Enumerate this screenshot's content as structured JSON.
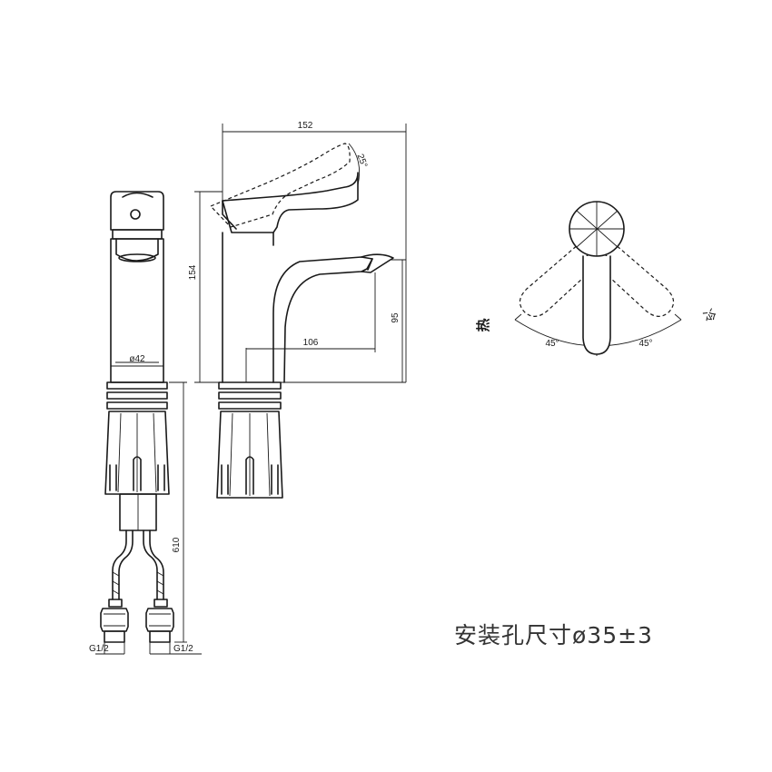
{
  "dimensions": {
    "spout_length": "152",
    "handle_angle": "25°",
    "total_height": "154",
    "spout_height": "95",
    "spout_reach": "106",
    "body_diameter": "ø42",
    "hose_length": "610",
    "thread_left": "G1/2",
    "thread_right": "G1/2",
    "angle_left": "45°",
    "angle_right": "45°"
  },
  "labels": {
    "hot": "热",
    "cold": "冷",
    "mounting_hole": "安装孔尺寸ø35±3"
  }
}
